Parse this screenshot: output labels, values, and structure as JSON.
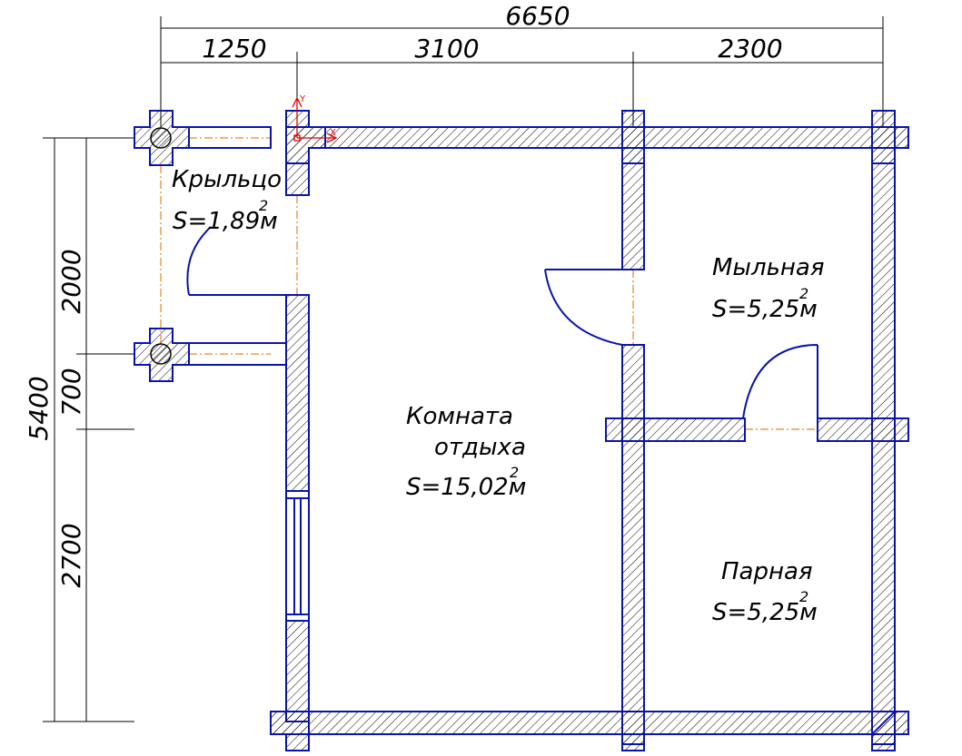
{
  "dimensions": {
    "overall_width": "6650",
    "seg1": "1250",
    "seg2": "3100",
    "seg3": "2300",
    "overall_height": "5400",
    "v1": "2000",
    "v2": "700",
    "v3": "2700"
  },
  "rooms": {
    "porch": {
      "name": "Крыльцо",
      "area": "S=1,89м",
      "sup": "2"
    },
    "washroom": {
      "name": "Мыльная",
      "area": "S=5,25м",
      "sup": "2"
    },
    "lounge": {
      "name_line1": "Комната",
      "name_line2": "отдыха",
      "area": "S=15,02м",
      "sup": "2"
    },
    "steam": {
      "name": "Парная",
      "area": "S=5,25м",
      "sup": "2"
    }
  },
  "ucs": {
    "x_label": "X",
    "y_label": "Y"
  },
  "colors": {
    "wall_outline": "#0a14a8",
    "hatch": "#000000",
    "center_line": "#e08a1e",
    "ucs": "#e00000",
    "dimension_line": "#000000"
  }
}
